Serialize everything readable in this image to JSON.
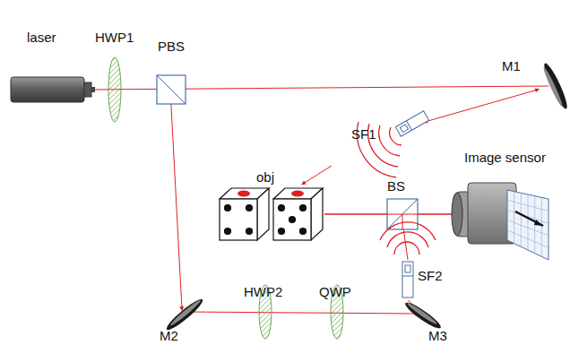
{
  "diagram": {
    "labels": [
      "laser",
      "HWP1",
      "PBS",
      "M1",
      "SF1",
      "obj",
      "BS",
      "Image sensor",
      "HWP2",
      "QWP",
      "SF2",
      "M2",
      "M3"
    ]
  }
}
